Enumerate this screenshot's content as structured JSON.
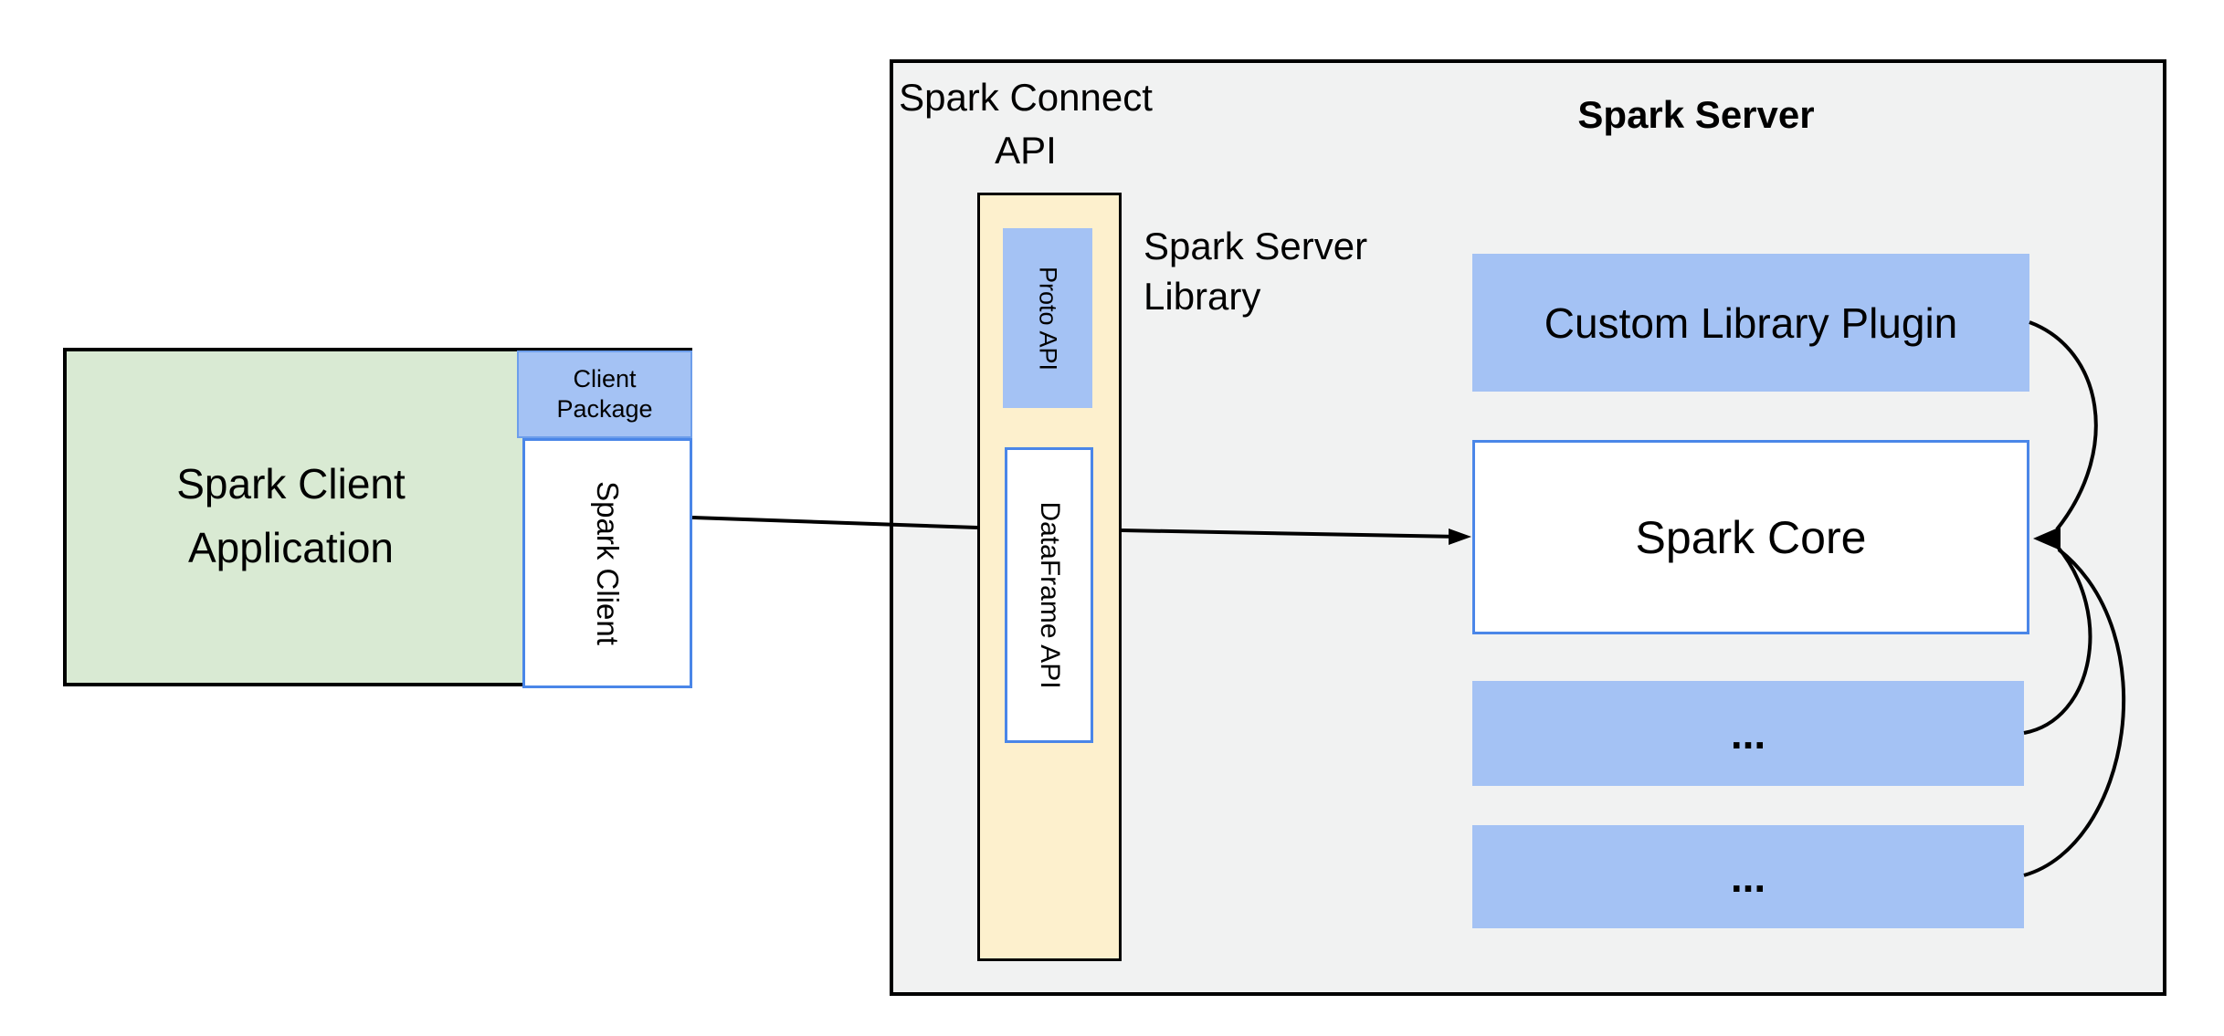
{
  "colors": {
    "green_fill": "#d9ead3",
    "blue_fill": "#a4c2f4",
    "blue_border": "#4a86e8",
    "blue_border_soft": "#6d9eeb",
    "yellow_fill": "#fdf0cd",
    "gray_fill": "#f1f2f2",
    "line_black": "#000000"
  },
  "labels": {
    "client_app": "Spark Client\nApplication",
    "client_package": "Client\nPackage",
    "spark_client": "Spark Client",
    "spark_connect_api": "Spark Connect\nAPI",
    "proto_api": "Proto API",
    "dataframe_api": "DataFrame API",
    "spark_server_library": "Spark Server\nLibrary",
    "spark_server_title": "Spark Server",
    "custom_library_plugin": "Custom Library Plugin",
    "spark_core": "Spark Core",
    "plugin_slot_1": "...",
    "plugin_slot_2": "..."
  }
}
